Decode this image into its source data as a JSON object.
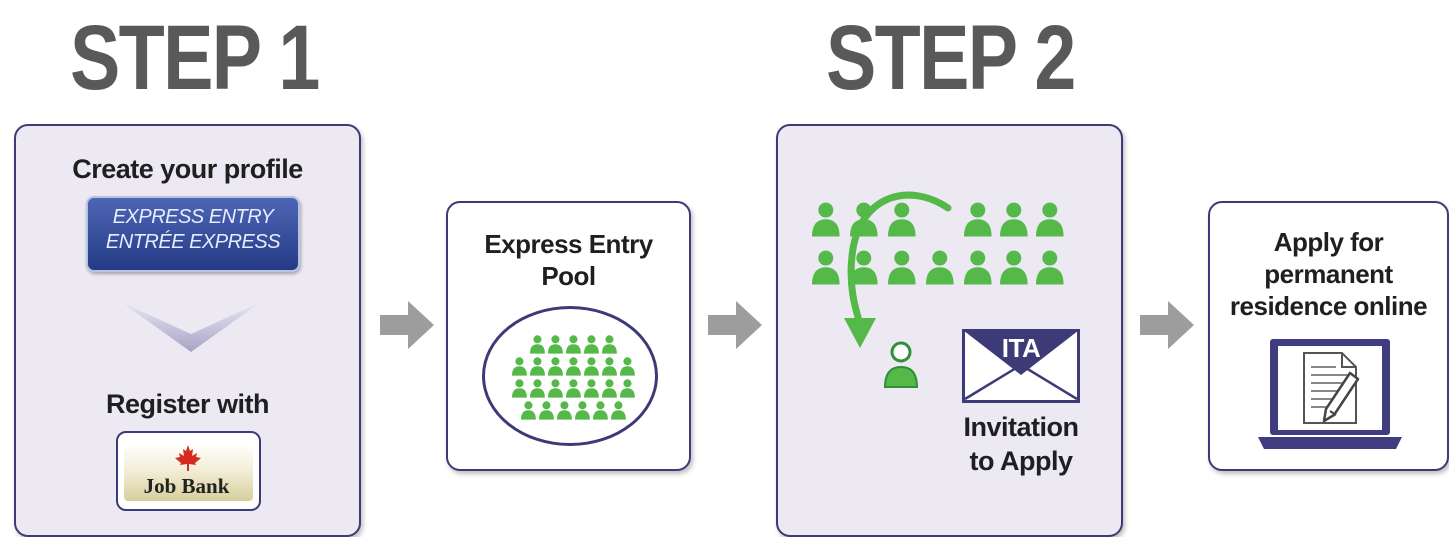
{
  "step1": {
    "title": "STEP 1",
    "create_profile": "Create your profile",
    "logo_line1": "EXPRESS ENTRY",
    "logo_line2": "ENTRÉE EXPRESS",
    "register_with": "Register with",
    "job_bank": "Job Bank"
  },
  "pool": {
    "label_line1": "Express Entry",
    "label_line2": "Pool"
  },
  "step2": {
    "title": "STEP 2",
    "envelope_text": "ITA",
    "invitation_line1": "Invitation",
    "invitation_line2": "to Apply"
  },
  "final": {
    "line1": "Apply for",
    "line2": "permanent",
    "line3": "residence online"
  },
  "colors": {
    "title_gray": "#58595b",
    "panel_border": "#3d3a78",
    "panel_fill": "#ece9f3",
    "people_green": "#54b948",
    "arrow_gray": "#9d9d9d",
    "logo_blue": "#2f4c9a",
    "maple_red": "#d52b1e",
    "laptop_navy": "#3f3c80"
  },
  "icons": [
    "chevron-down-icon",
    "right-arrow-icon",
    "people-icon",
    "envelope-icon",
    "maple-leaf-icon",
    "laptop-icon",
    "document-icon",
    "pen-icon",
    "curved-arrow-icon"
  ]
}
